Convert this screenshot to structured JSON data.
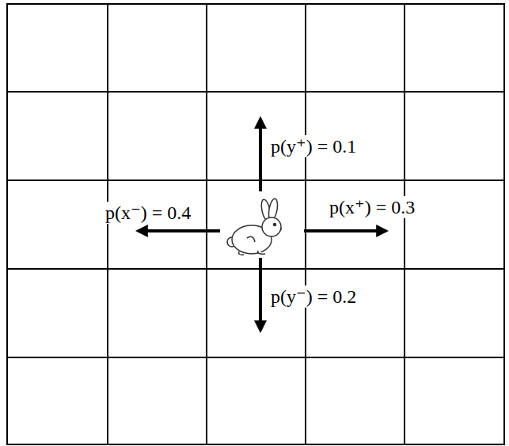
{
  "diagram": {
    "labels": [
      "p(y⁺) = 0.1",
      "p(x⁻) = 0.4",
      "p(x⁺) = 0.3",
      "p(y⁻) = 0.2"
    ]
  }
}
